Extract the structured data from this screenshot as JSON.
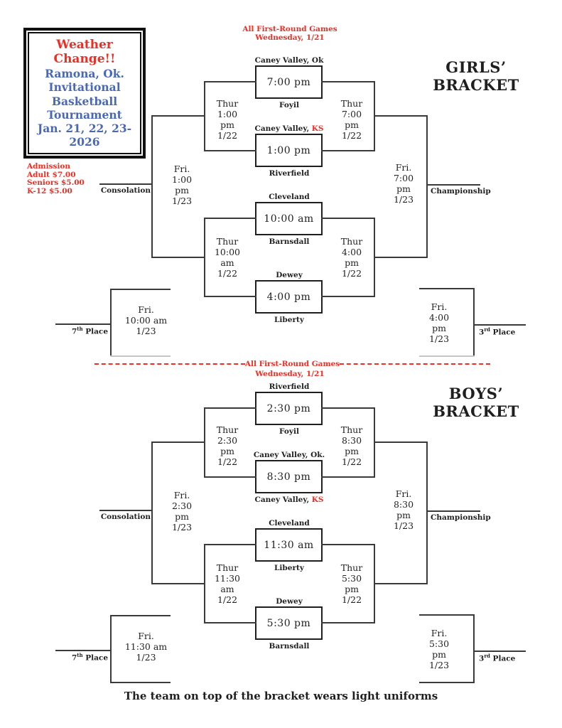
{
  "page": {
    "weather_box": {
      "alert": "Weather\nChange!!",
      "event": "Ramona, Ok.\nInvitational\nBasketball\nTournament\nJan. 21, 22, 23-\n2026"
    },
    "admission": "Admission\nAdult $7.00\nSeniors $5.00\nK-12 $5.00",
    "first_round_note": {
      "line1": "All First-Round Games",
      "line2": "Wednesday, 1/21"
    },
    "divider_note": {
      "line1": "All First-Round Games",
      "line2": "Wednesday, 1/21"
    },
    "footer": "The team on top of the bracket wears light uniforms",
    "colors": {
      "red": "#ee2e24",
      "blue": "#4a68b8"
    }
  },
  "girls": {
    "title": "GIRLS’\nBRACKET",
    "games": [
      {
        "top": "Caney Valley, Ok",
        "top_accent": "",
        "time": "7:00 pm",
        "bottom": "Foyil",
        "bottom_accent": ""
      },
      {
        "top": "Caney Valley, ",
        "top_accent": "KS",
        "time": "1:00 pm",
        "bottom": "Riverfield",
        "bottom_accent": ""
      },
      {
        "top": "Cleveland",
        "top_accent": "",
        "time": "10:00 am",
        "bottom": "Barnsdall",
        "bottom_accent": ""
      },
      {
        "top": "Dewey",
        "top_accent": "",
        "time": "4:00 pm",
        "bottom": "Liberty",
        "bottom_accent": ""
      }
    ],
    "slots": {
      "semi_top_left": "Thur\n1:00\npm\n1/22",
      "semi_top_right": "Thur\n7:00\npm\n1/22",
      "semi_bottom_left": "Thur\n10:00\nam\n1/22",
      "semi_bottom_right": "Thur\n4:00\npm\n1/22",
      "consolation": "Fri.\n1:00\npm\n1/23",
      "championship": "Fri.\n7:00\npm\n1/23",
      "seventh": "Fri.\n10:00 am\n1/23",
      "third": "Fri.\n4:00\npm\n1/23"
    },
    "labels": {
      "consolation": "Consolation",
      "championship": "Championship",
      "seventh_num": "7",
      "seventh_sup": "th",
      "seventh_rest": " Place",
      "third_num": "3",
      "third_sup": "rd",
      "third_rest": " Place"
    }
  },
  "boys": {
    "title": "BOYS’\nBRACKET",
    "games": [
      {
        "top": "Riverfield",
        "top_accent": "",
        "time": "2:30 pm",
        "bottom": "Foyil",
        "bottom_accent": ""
      },
      {
        "top": "Caney Valley, Ok.",
        "top_accent": "",
        "time": "8:30 pm",
        "bottom": "Caney Valley, ",
        "bottom_accent": "KS"
      },
      {
        "top": "Cleveland",
        "top_accent": "",
        "time": "11:30 am",
        "bottom": "Liberty",
        "bottom_accent": ""
      },
      {
        "top": "Dewey",
        "top_accent": "",
        "time": "5:30 pm",
        "bottom": "Barnsdall",
        "bottom_accent": ""
      }
    ],
    "slots": {
      "semi_top_left": "Thur\n2:30\npm\n1/22",
      "semi_top_right": "Thur\n8:30\npm\n1/22",
      "semi_bottom_left": "Thur\n11:30\nam\n1/22",
      "semi_bottom_right": "Thur\n5:30\npm\n1/22",
      "consolation": "Fri.\n2:30\npm\n1/23",
      "championship": "Fri.\n8:30\npm\n1/23",
      "seventh": "Fri.\n11:30 am\n1/23",
      "third": "Fri.\n5:30\npm\n1/23"
    },
    "labels": {
      "consolation": "Consolation",
      "championship": "Championship",
      "seventh_num": "7",
      "seventh_sup": "th",
      "seventh_rest": " Place",
      "third_num": "3",
      "third_sup": "rd",
      "third_rest": " Place"
    }
  }
}
